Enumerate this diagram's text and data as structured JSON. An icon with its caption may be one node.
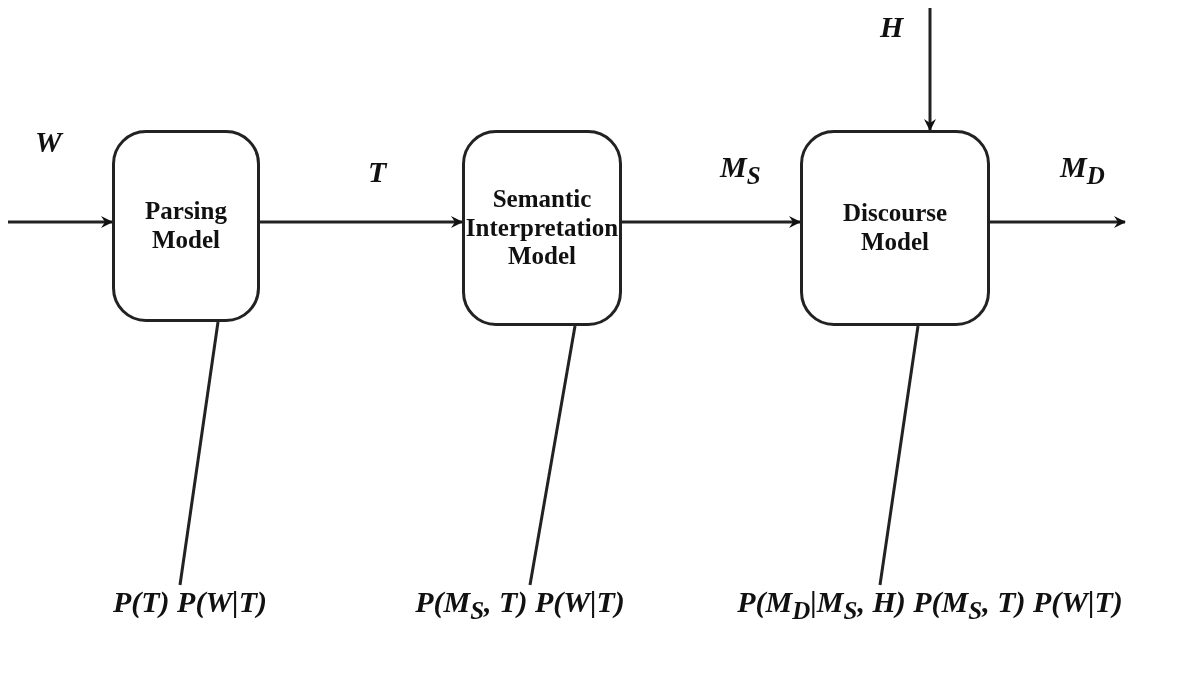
{
  "diagram": {
    "nodes": [
      {
        "text": [
          "Parsing Model"
        ]
      },
      {
        "text": [
          "Semantic Interpretation Model"
        ]
      },
      {
        "text": [
          "Discourse Model"
        ]
      },
      {
        "text": [
          "P(T) P(W|T)"
        ]
      },
      {
        "text": [
          "P(M$_{S}$, T) P(W|T)"
        ]
      },
      {
        "text": [
          "P(M$_{D}$|M$_{S}$, H) P(M$_{S}$, T) P(W|T)"
        ]
      }
    ],
    "edges": [
      {
        "from": null,
        "to": 0,
        "arrow": "to",
        "label": "W"
      },
      {
        "from": 0,
        "to": 1,
        "arrow": "to",
        "label": "T"
      },
      {
        "from": 1,
        "to": 2,
        "arrow": "to",
        "label": "M$_{S}$"
      },
      {
        "from": 2,
        "to": null,
        "arrow": "to",
        "label": "M$_{D}$"
      },
      {
        "from": null,
        "to": 2,
        "arrow": "to",
        "label": "H"
      },
      {
        "from": 3,
        "to": 0,
        "arrow": "none"
      },
      {
        "from": 4,
        "to": 1,
        "arrow": "none"
      },
      {
        "from": 5,
        "to": 2,
        "arrow": "none"
      }
    ]
  }
}
